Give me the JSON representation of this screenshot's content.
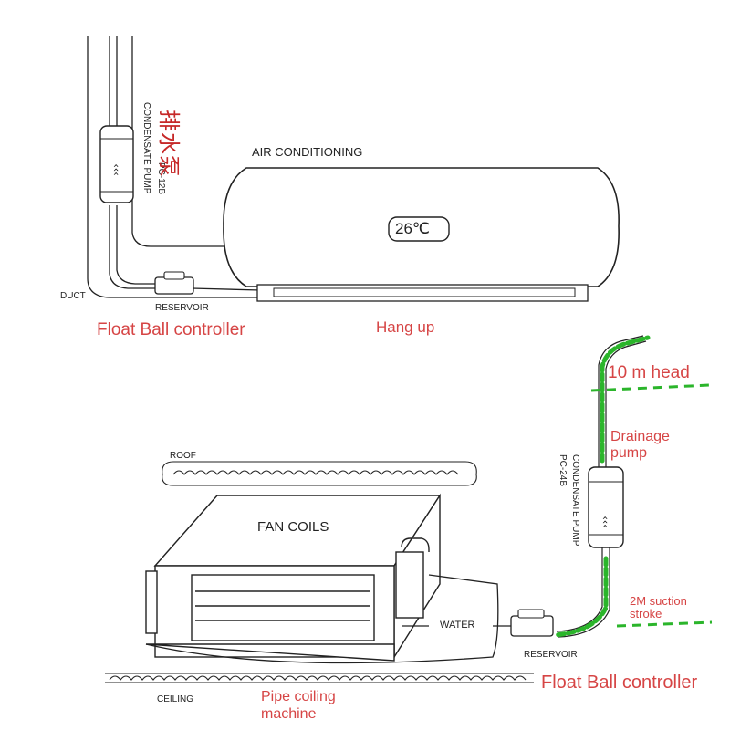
{
  "top": {
    "pump_label": "CONDENSATE PUMP",
    "pump_model": "PC-12B",
    "chinese_label": "排水泵",
    "ac_label": "AIR CONDITIONING",
    "temperature": "26℃",
    "duct_label": "DUCT",
    "reservoir_label": "RESERVOIR",
    "float_ball_label": "Float Ball controller",
    "hang_up_label": "Hang up"
  },
  "bottom": {
    "head_label": "10 m head",
    "drainage_label_line1": "Drainage",
    "drainage_label_line2": "pump",
    "pump_label": "CONDENSATE PUMP",
    "pump_model": "PC-24B",
    "suction_line1": "2M suction",
    "suction_line2": "stroke",
    "roof_label": "ROOF",
    "fan_coils_label": "FAN COILS",
    "water_label": "WATER",
    "reservoir_label": "RESERVOIR",
    "float_ball_label": "Float Ball controller",
    "ceiling_label": "CEILING",
    "pipe_label_line1": "Pipe coiling",
    "pipe_label_line2": "machine"
  },
  "colors": {
    "annotation_red": "#d64545",
    "highlight_green": "#2bb52b",
    "line": "#222222"
  },
  "icons": [
    "chevron-arrows-icon"
  ]
}
